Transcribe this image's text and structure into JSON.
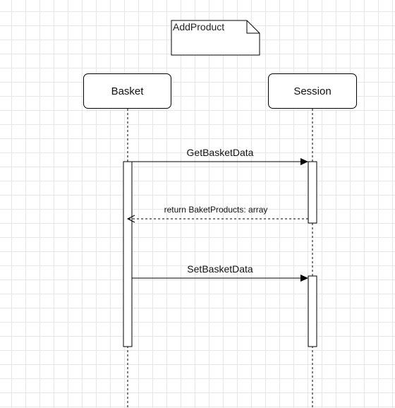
{
  "diagram": {
    "note": "AddProduct",
    "lifelines": [
      {
        "name": "Basket"
      },
      {
        "name": "Session"
      }
    ],
    "messages": [
      {
        "label": "GetBasketData",
        "from": "Basket",
        "to": "Session",
        "kind": "sync"
      },
      {
        "label": "return BaketProducts: array",
        "from": "Session",
        "to": "Basket",
        "kind": "return"
      },
      {
        "label": "SetBasketData",
        "from": "Basket",
        "to": "Session",
        "kind": "sync"
      }
    ]
  }
}
